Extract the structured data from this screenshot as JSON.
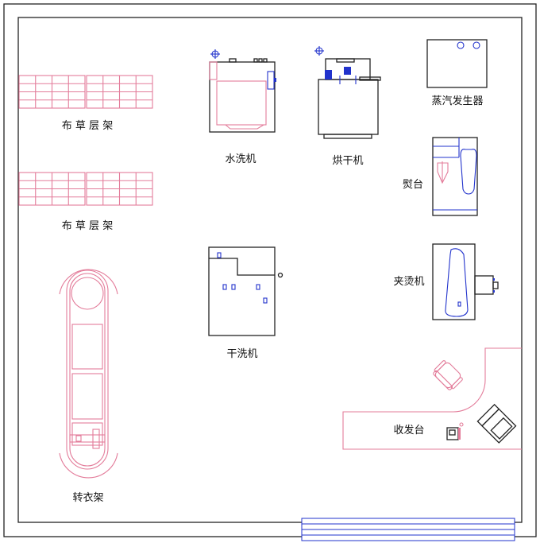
{
  "plan": {
    "labels": {
      "shelf_top": "布 草 层 架",
      "shelf_bottom": "布 草 层 架",
      "washer": "水洗机",
      "dryer": "烘干机",
      "steam_generator": "蒸汽发生器",
      "ironing_table": "熨台",
      "press": "夹烫机",
      "dry_cleaner": "干洗机",
      "carousel": "转衣架",
      "reception": "收发台"
    },
    "colors": {
      "wall": "#222222",
      "pink": "#e37c9a",
      "blue": "#2233cc"
    }
  }
}
